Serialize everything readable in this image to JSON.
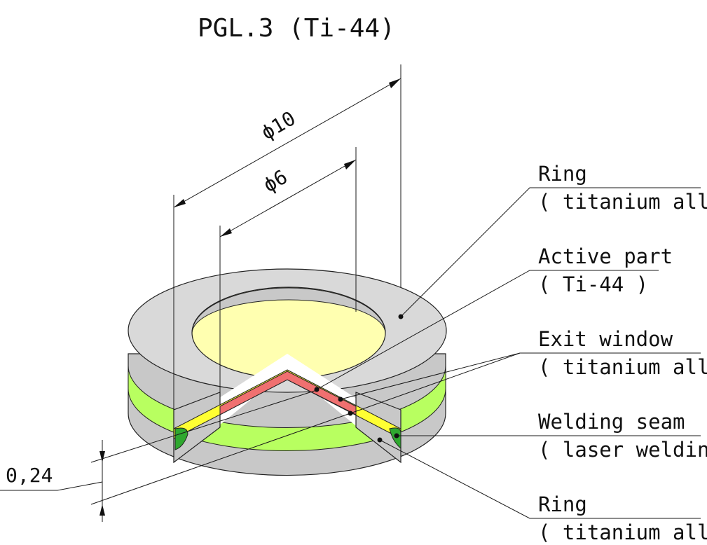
{
  "title": "PGL.3 (Ti-44)",
  "dimensions": {
    "outer_diameter": "ϕ10",
    "inner_diameter": "ϕ6",
    "thickness": "0,24"
  },
  "callouts": [
    {
      "id": "ring-top",
      "name": "Ring",
      "material": "( titanium alloy )"
    },
    {
      "id": "active-part",
      "name": "Active part",
      "material": "( Ti-44 )"
    },
    {
      "id": "exit-window",
      "name": "Exit window",
      "material": "( titanium alloy )"
    },
    {
      "id": "welding-seam",
      "name": "Welding seam",
      "material": "( laser welding )"
    },
    {
      "id": "ring-bottom",
      "name": "Ring",
      "material": "( titanium alloy )"
    }
  ],
  "colors": {
    "ring": "#d9d9d9",
    "ring_side": "#c8c8c8",
    "active_top": "#ffffb0",
    "active_layer": "#f07070",
    "window_layer": "#ffff33",
    "green_band": "#b8ff60",
    "weld": "#2fa82f"
  }
}
